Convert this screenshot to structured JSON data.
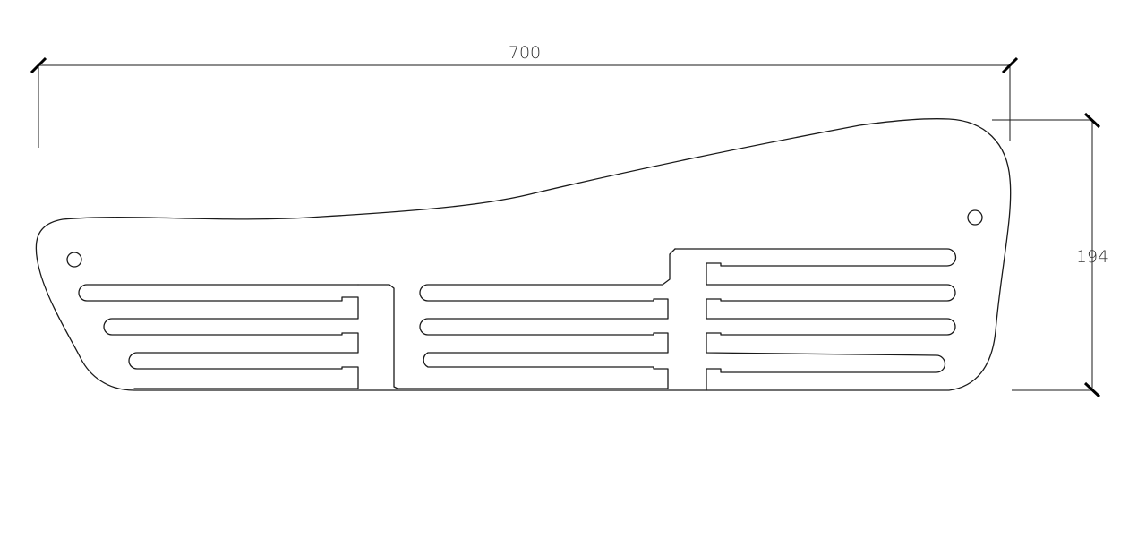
{
  "dimensions": {
    "width_label": "700",
    "height_label": "194"
  },
  "part": {
    "mounting_holes": 2,
    "slots_left_panel": 3,
    "slots_middle_panel": 3,
    "slots_right_panel": 4
  },
  "colors": {
    "line": "#1a1a1a",
    "dimension_text": "#333333",
    "background": "#ffffff"
  }
}
